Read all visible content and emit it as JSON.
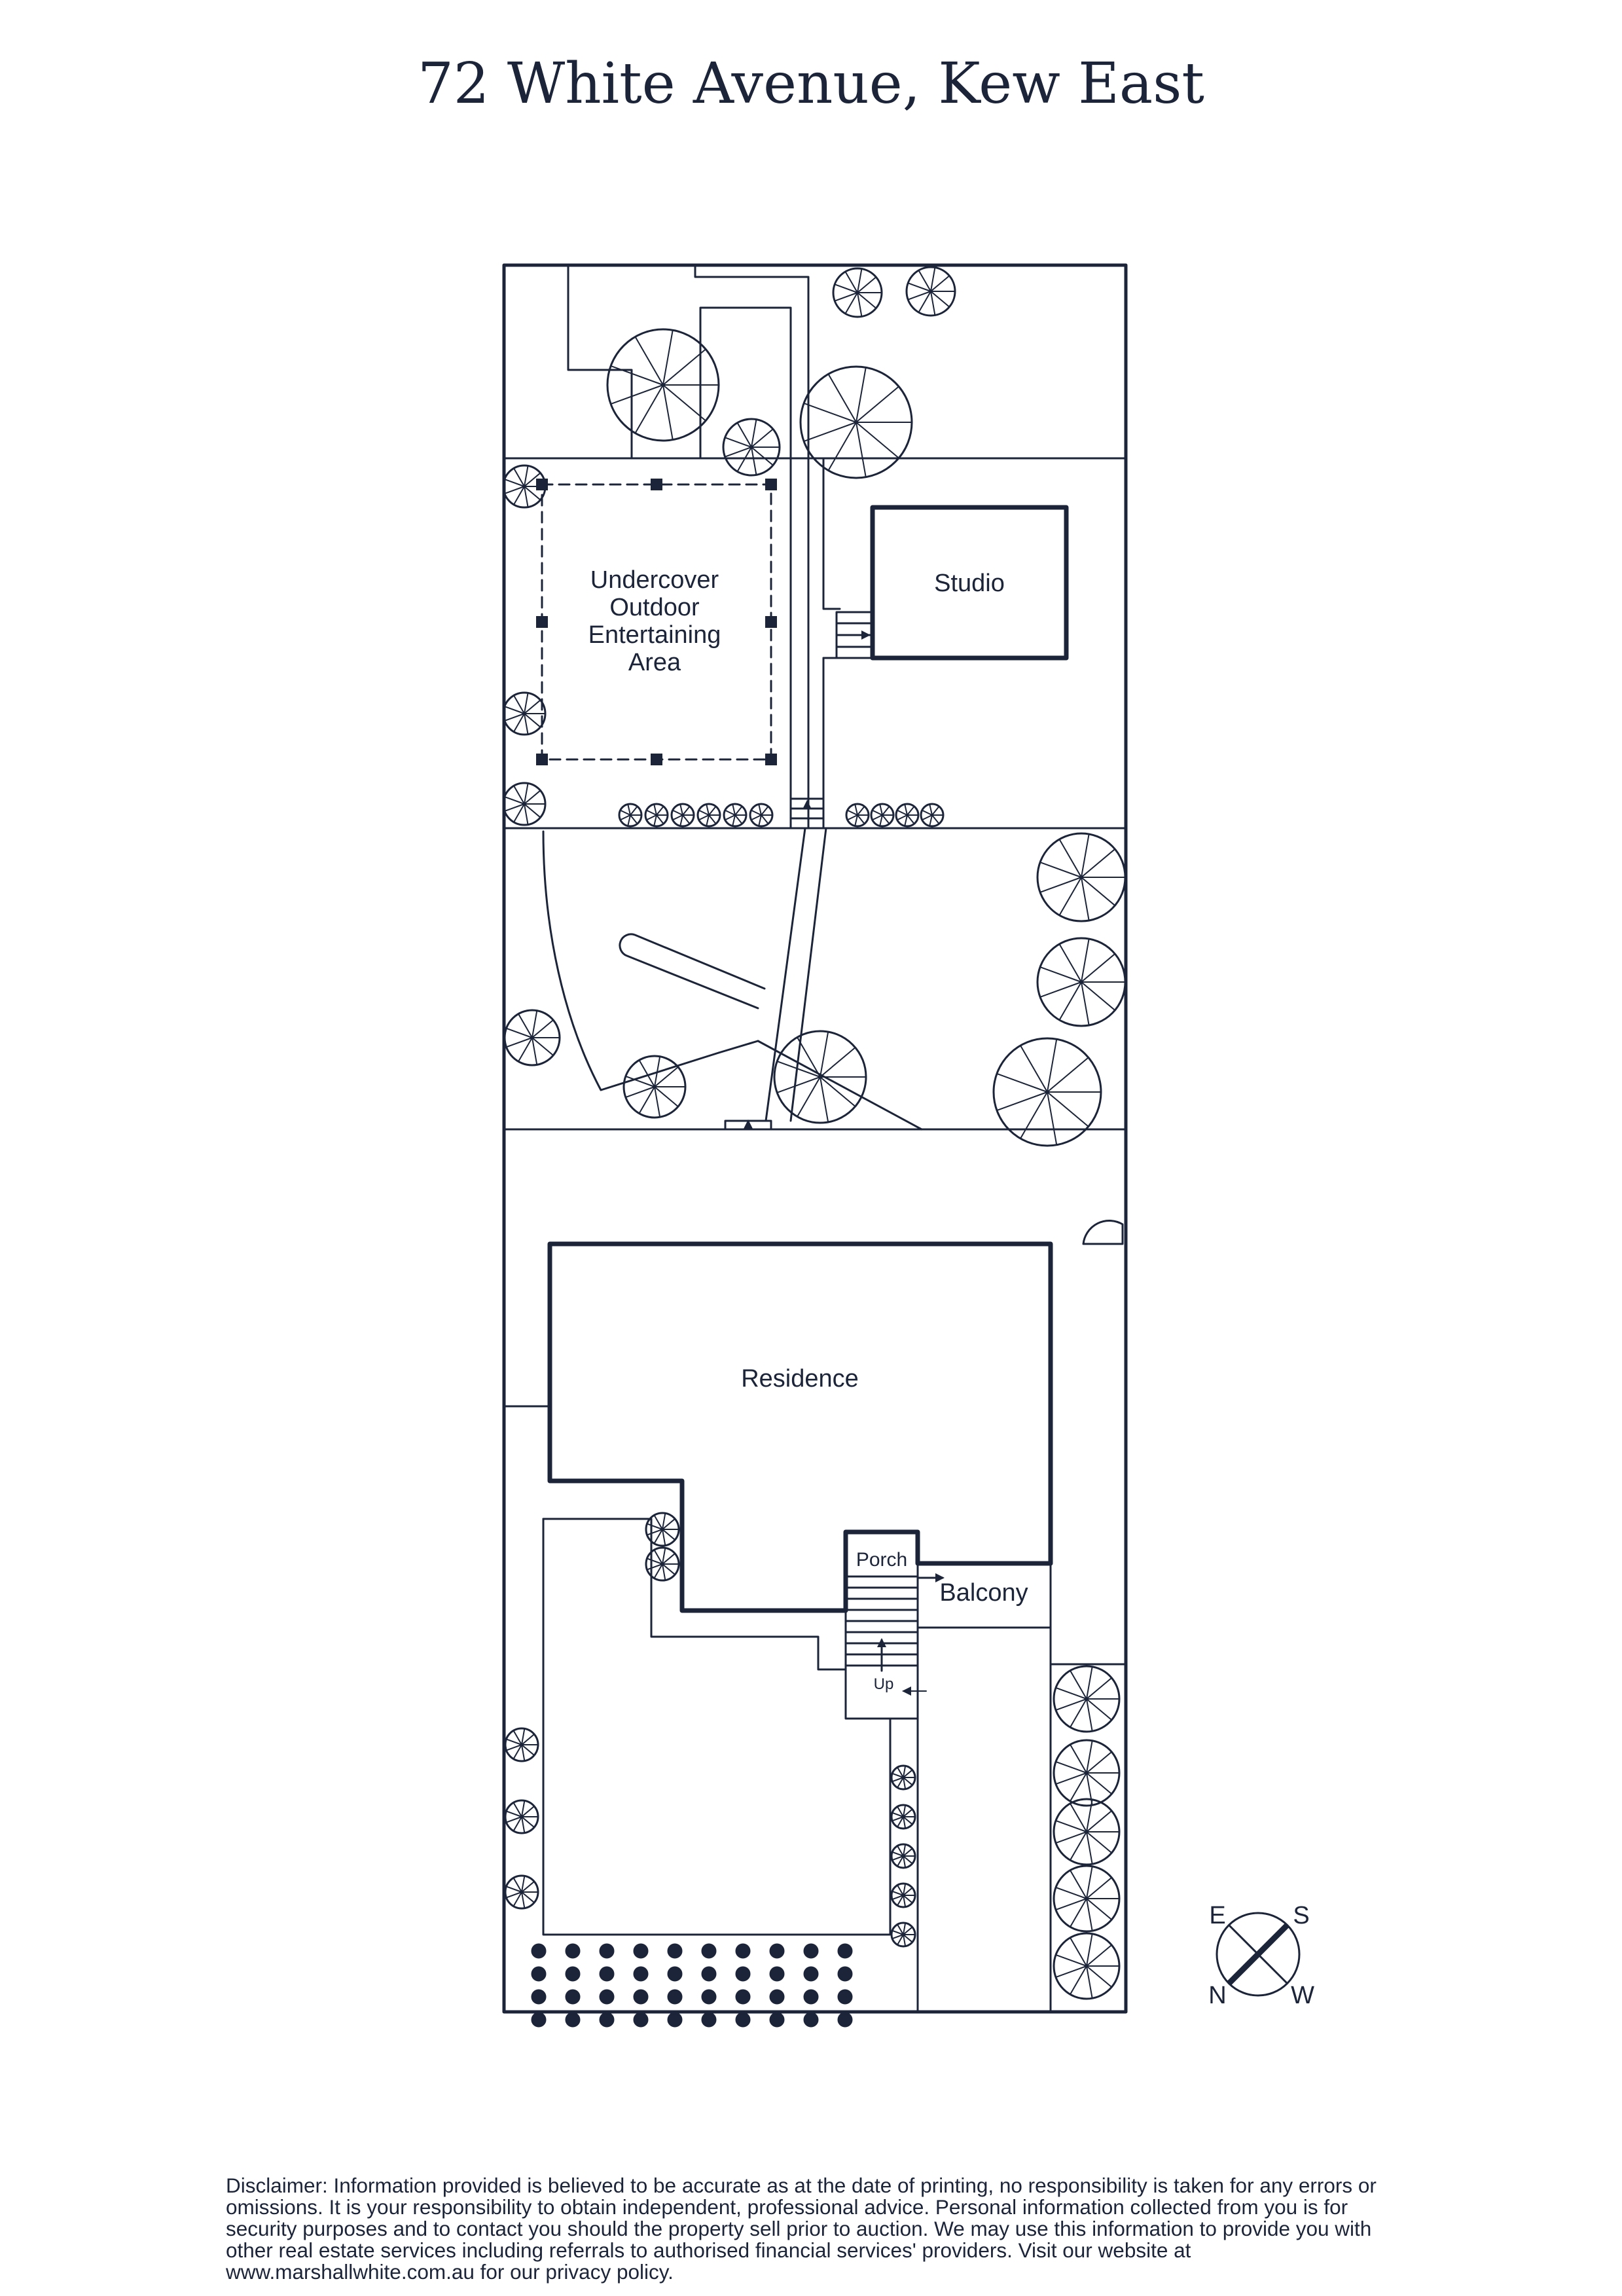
{
  "title": "72 White Avenue, Kew East",
  "labels": {
    "undercover": [
      "Undercover",
      "Outdoor",
      "Entertaining",
      "Area"
    ],
    "studio": "Studio",
    "residence": "Residence",
    "porch": "Porch",
    "balcony": "Balcony",
    "up": "Up"
  },
  "compass": {
    "e": "E",
    "s": "S",
    "n": "N",
    "w": "W"
  },
  "disclaimer": "Disclaimer: Information provided is believed to be accurate as at the date of printing, no responsibility is taken for any errors or omissions. It is your responsibility to obtain independent, professional advice. Personal information collected from you is for security purposes and to contact you should the property sell prior to auction. We may use this information to provide you with other real estate services including referrals to authorised financial services' providers. Visit our website at www.marshallwhite.com.au for our privacy policy.",
  "colors": {
    "ink": "#1b2438",
    "background": "#ffffff"
  }
}
